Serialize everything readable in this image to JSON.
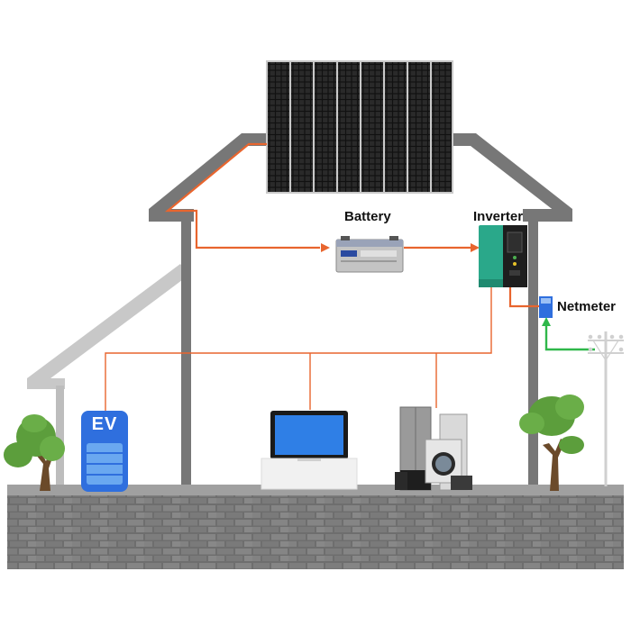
{
  "labels": {
    "battery": "Battery",
    "inverter": "Inverter",
    "netmeter": "Netmeter",
    "ev": "EV"
  },
  "colors": {
    "house_wall": "#777777",
    "dc_wire": "#e8652e",
    "grid_wire": "#2fb74a",
    "ev_charger": "#2f6fde",
    "inverter_body": "#2aa88a",
    "netmeter": "#2f6fde",
    "ground": "#7a7a7a",
    "tree_leaves": "#5c9e3c",
    "panel_cell": "#1a1a1a"
  },
  "icons": {
    "solar_panel": "solar-panel-icon",
    "battery": "battery-icon",
    "inverter": "inverter-icon",
    "netmeter": "netmeter-icon",
    "ev_charger": "ev-charger-icon",
    "laptop": "laptop-icon",
    "appliances": "home-appliances-icon",
    "utility_pole": "utility-pole-icon",
    "tree": "tree-icon"
  }
}
